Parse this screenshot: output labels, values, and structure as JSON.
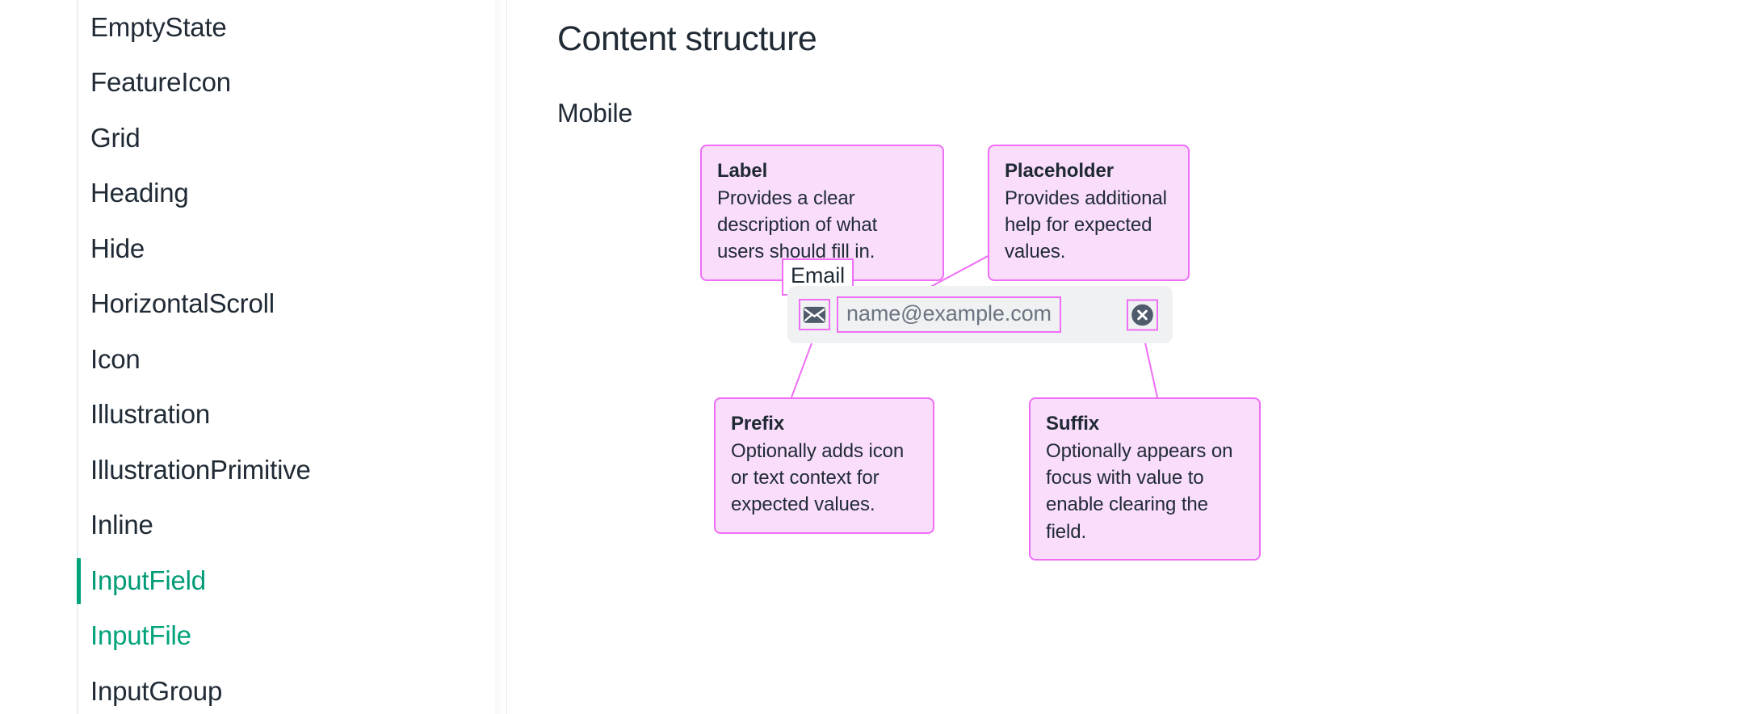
{
  "sidebar": {
    "items": [
      {
        "label": "EmptyState",
        "state": "default"
      },
      {
        "label": "FeatureIcon",
        "state": "default"
      },
      {
        "label": "Grid",
        "state": "default"
      },
      {
        "label": "Heading",
        "state": "default"
      },
      {
        "label": "Hide",
        "state": "default"
      },
      {
        "label": "HorizontalScroll",
        "state": "default"
      },
      {
        "label": "Icon",
        "state": "default"
      },
      {
        "label": "Illustration",
        "state": "default"
      },
      {
        "label": "IllustrationPrimitive",
        "state": "default"
      },
      {
        "label": "Inline",
        "state": "default"
      },
      {
        "label": "InputField",
        "state": "active"
      },
      {
        "label": "InputFile",
        "state": "link"
      },
      {
        "label": "InputGroup",
        "state": "default"
      }
    ]
  },
  "main": {
    "page_title": "Content structure",
    "section_title": "Mobile"
  },
  "diagram": {
    "field": {
      "label_chip": "Email",
      "placeholder": "name@example.com",
      "prefix_icon": "mail-icon",
      "suffix_icon": "clear-circle-icon"
    },
    "callouts": [
      {
        "id": "label",
        "title": "Label",
        "description": "Provides a clear description of what users should fill in."
      },
      {
        "id": "placeholder",
        "title": "Placeholder",
        "description": "Provides additional help for expected values."
      },
      {
        "id": "prefix",
        "title": "Prefix",
        "description": "Optionally adds icon or text context for expected values."
      },
      {
        "id": "suffix",
        "title": "Suffix",
        "description": "Optionally appears on focus with value to enable clearing the field."
      }
    ]
  },
  "colors": {
    "accent_green": "#00a37a",
    "callout_fill": "#f9ddfb",
    "callout_border": "#ef6ef5",
    "text_primary": "#212b36",
    "field_bg": "#eff1f3",
    "icon_slate": "#4f5b6b"
  }
}
